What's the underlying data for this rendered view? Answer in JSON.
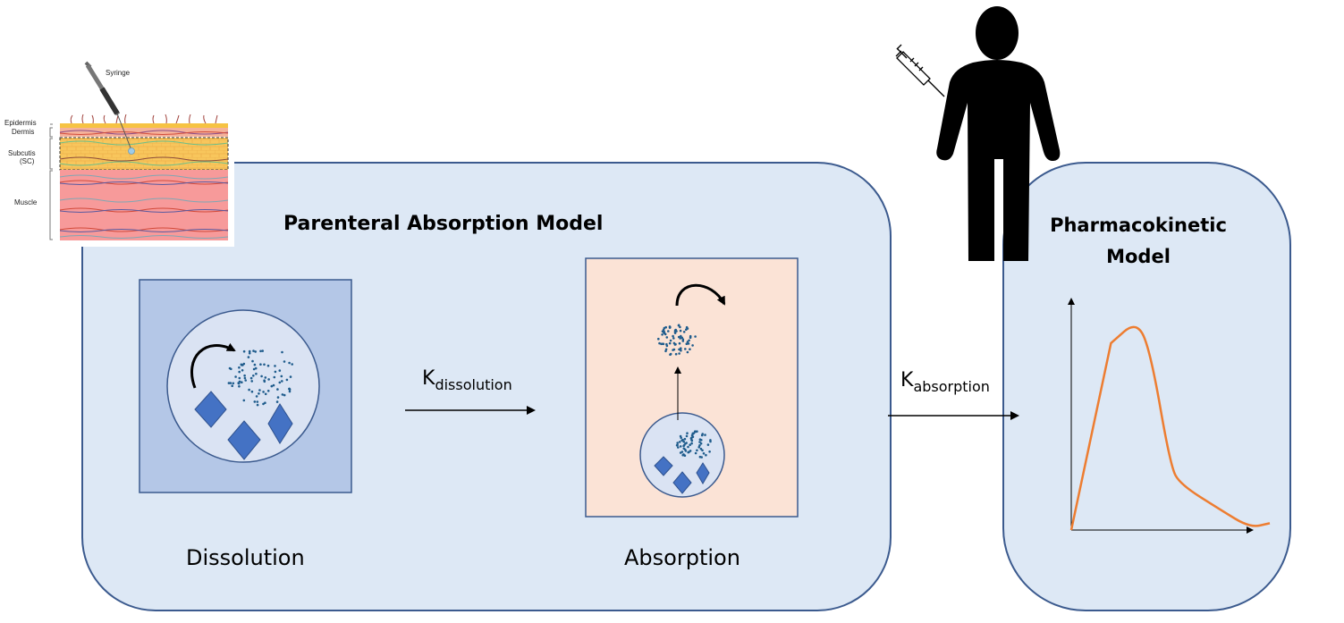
{
  "diagram": {
    "main_model": {
      "title": "Parenteral Absorption Model",
      "stages": [
        {
          "id": "dissolution",
          "label": "Dissolution"
        },
        {
          "id": "absorption",
          "label": "Absorption"
        }
      ],
      "rate_dissolution": {
        "symbol": "K",
        "subscript": "dissolution"
      }
    },
    "rate_absorption": {
      "symbol": "K",
      "subscript": "absorption"
    },
    "pk_model": {
      "title_line1": "Pharmacokinetic",
      "title_line2": "Model",
      "curve": {
        "type": "line",
        "description": "concentration-time profile",
        "points": [
          [
            0,
            0
          ],
          [
            0.2,
            0.82
          ],
          [
            0.33,
            0.92
          ],
          [
            0.4,
            0.78
          ],
          [
            0.5,
            0.28
          ],
          [
            0.55,
            0.2
          ],
          [
            0.75,
            0.09
          ],
          [
            0.9,
            0.01
          ],
          [
            1.0,
            0.03
          ]
        ]
      }
    },
    "skin_inset": {
      "syringe_label": "Syringe",
      "layers": [
        "Epidermis",
        "Dermis",
        "Subcutis",
        "(SC)",
        "Muscle"
      ]
    },
    "colors": {
      "panel_fill": "#dde8f5",
      "panel_stroke": "#3b5a8e",
      "dissolution_fill": "#b4c7e7",
      "absorption_fill": "#fbe3d6",
      "particle": "#1f5c8c",
      "crystal": "#4472c4",
      "curve": "#ed7d31"
    }
  }
}
